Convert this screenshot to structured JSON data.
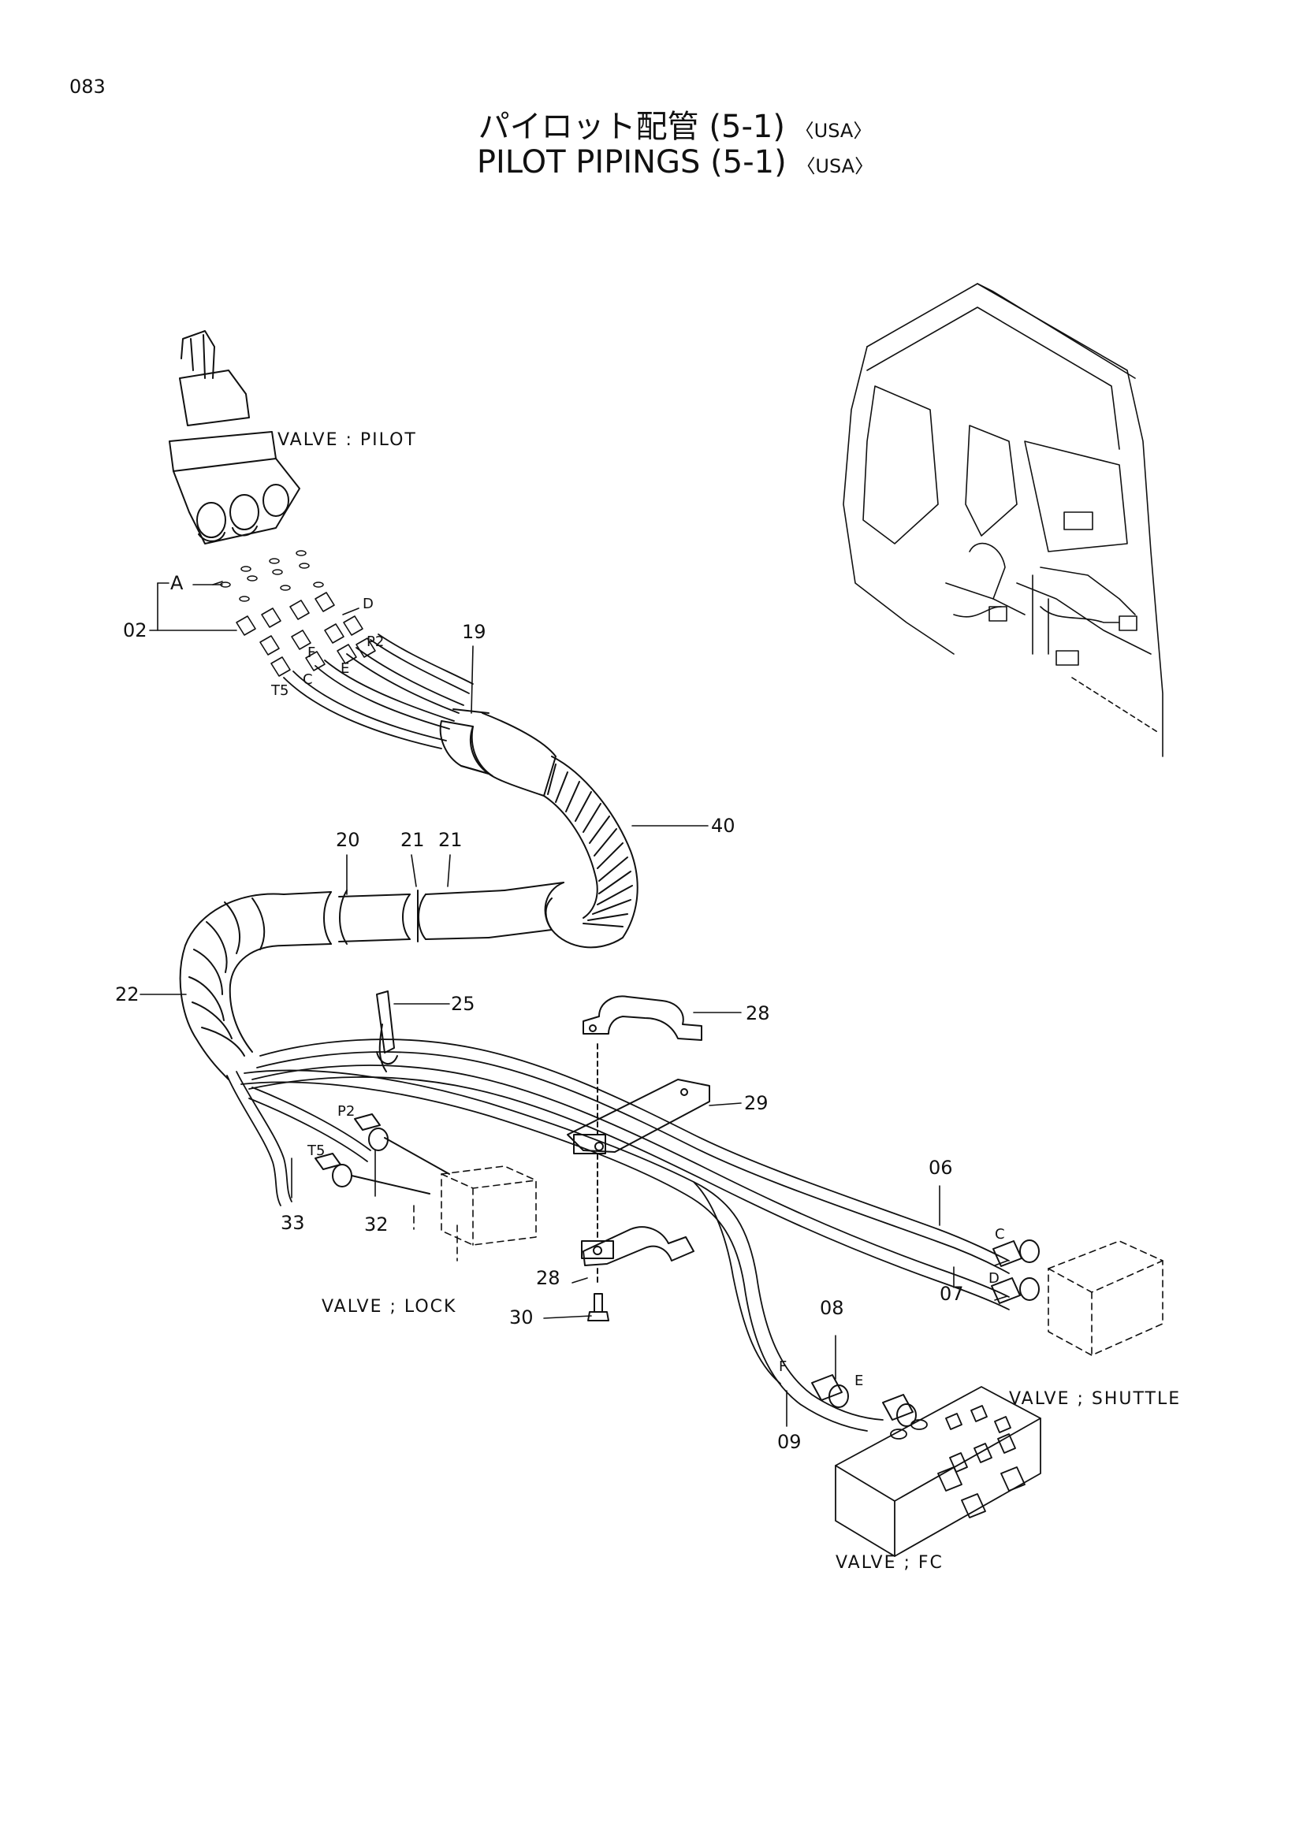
{
  "page_number": "083",
  "title_jp": "パイロット配管",
  "title_en": "PILOT PIPINGS",
  "section": "(5-1)",
  "region_tag": "〈USA〉",
  "component_labels": {
    "valve_pilot": "VALVE : PILOT",
    "valve_lock": "VALVE ; LOCK",
    "valve_shuttle": "VALVE ; SHUTTLE",
    "valve_fc": "VALVE ; FC"
  },
  "part_numbers": {
    "p02": "02",
    "p06": "06",
    "p07": "07",
    "p08": "08",
    "p09": "09",
    "p19": "19",
    "p20": "20",
    "p21a": "21",
    "p21b": "21",
    "p22": "22",
    "p25": "25",
    "p28a": "28",
    "p28b": "28",
    "p29": "29",
    "p30": "30",
    "p32": "32",
    "p33": "33",
    "p40": "40"
  },
  "port_letters": {
    "a": "A",
    "d1": "D",
    "p2a": "P2",
    "f1": "F",
    "e1": "E",
    "c1": "C",
    "t5a": "T5",
    "p2b": "P2",
    "t5b": "T5",
    "c2": "C",
    "d2": "D",
    "f2": "F",
    "e2": "E"
  }
}
